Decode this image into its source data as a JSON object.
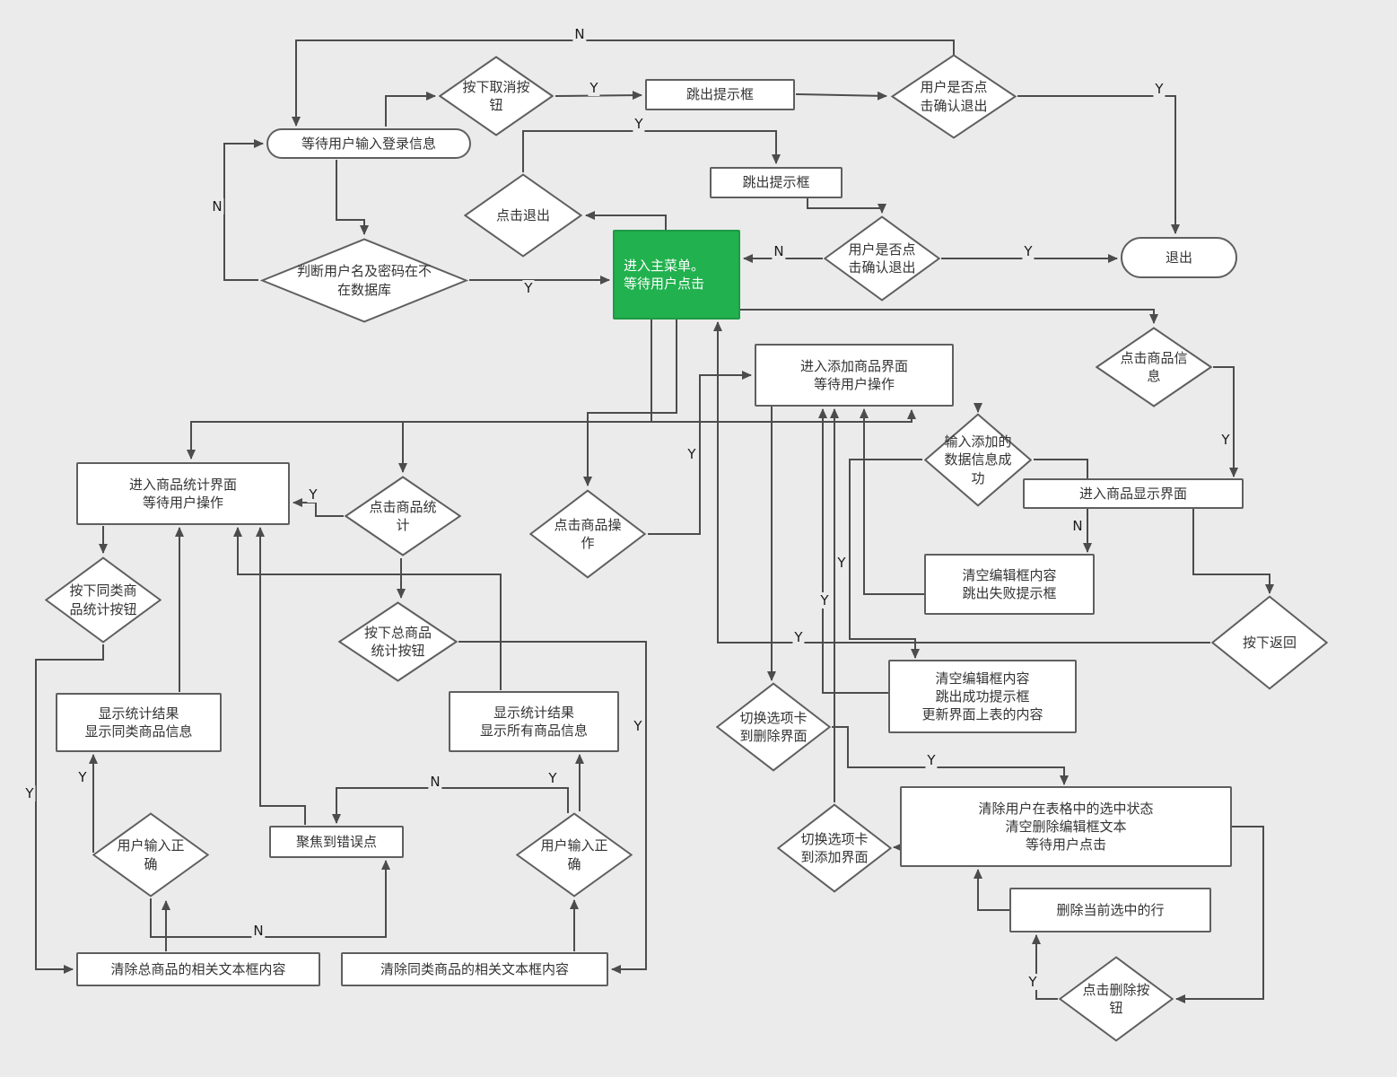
{
  "colors": {
    "canvas_bg": "#ebebeb",
    "node_fill": "#ffffff",
    "node_border": "#5f5f5f",
    "line": "#4c4c4c",
    "main_menu_fill": "#21b14e",
    "main_menu_text": "#ffffff"
  },
  "nodes": {
    "n1": {
      "label": "等待用户输入登录信息"
    },
    "n2": {
      "label": "按下取消按\n钮"
    },
    "n3": {
      "label": "跳出提示框"
    },
    "n4": {
      "label": "用户是否点\n击确认退出"
    },
    "n5": {
      "label": "跳出提示框"
    },
    "n6": {
      "label": "点击退出"
    },
    "n7": {
      "label": "判断用户名及密码在不\n在数据库"
    },
    "n8": {
      "label": "进入主菜单。\n等待用户点击"
    },
    "n9": {
      "label": "用户是否点\n击确认退出"
    },
    "n10": {
      "label": "退出"
    },
    "n11": {
      "label": "进入添加商品界面\n等待用户操作"
    },
    "n12": {
      "label": "点击商品信\n息"
    },
    "n13": {
      "label": "输入添加的\n数据信息成\n功"
    },
    "n14": {
      "label": "进入商品显示界面"
    },
    "n15": {
      "label": "清空编辑框内容\n跳出失败提示框"
    },
    "n16": {
      "label": "按下返回"
    },
    "n17": {
      "label": "进入商品统计界面\n等待用户操作"
    },
    "n18": {
      "label": "点击商品统\n计"
    },
    "n19": {
      "label": "点击商品操\n作"
    },
    "n20": {
      "label": "按下同类商\n品统计按钮"
    },
    "n21": {
      "label": "按下总商品\n统计按钮"
    },
    "n22": {
      "label": "显示统计结果\n显示同类商品信息"
    },
    "n23": {
      "label": "显示统计结果\n显示所有商品信息"
    },
    "n24": {
      "label": "清空编辑框内容\n跳出成功提示框\n更新界面上表的内容"
    },
    "n25": {
      "label": "切换选项卡\n到删除界面"
    },
    "n26": {
      "label": "用户输入正\n确"
    },
    "n27": {
      "label": "聚焦到错误点"
    },
    "n28": {
      "label": "用户输入正\n确"
    },
    "n29": {
      "label": "清除总商品的相关文本框内容"
    },
    "n30": {
      "label": "清除同类商品的相关文本框内容"
    },
    "n31": {
      "label": "切换选项卡\n到添加界面"
    },
    "n32": {
      "label": "清除用户在表格中的选中状态\n清空删除编辑框文本\n等待用户点击"
    },
    "n33": {
      "label": "删除当前选中的行"
    },
    "n34": {
      "label": "点击删除按\n钮"
    }
  },
  "edge_labels": {
    "e1": "N",
    "e2": "Y",
    "e3": "Y",
    "e4": "Y",
    "e5": "N",
    "e6": "Y",
    "e7": "N",
    "e8": "Y",
    "e9": "Y",
    "e10": "N",
    "e11": "Y",
    "e12": "Y",
    "e13": "Y",
    "e14": "Y",
    "e15": "Y",
    "e16": "Y",
    "e17": "Y",
    "e18": "Y",
    "e19": "Y",
    "e20": "N",
    "e21": "N",
    "e22": "Y",
    "e23": "Y"
  },
  "connections": [
    {
      "from": "n4",
      "to": "n1",
      "label": "N"
    },
    {
      "from": "n1",
      "to": "n2",
      "label": ""
    },
    {
      "from": "n2",
      "to": "n3",
      "label": "Y"
    },
    {
      "from": "n3",
      "to": "n4",
      "label": ""
    },
    {
      "from": "n4",
      "to": "n10",
      "label": "Y"
    },
    {
      "from": "n1",
      "to": "n7",
      "label": ""
    },
    {
      "from": "n7",
      "to": "n1",
      "label": "N"
    },
    {
      "from": "n7",
      "to": "n8",
      "label": "Y"
    },
    {
      "from": "n8",
      "to": "n6",
      "label": ""
    },
    {
      "from": "n6",
      "to": "n5",
      "label": "Y"
    },
    {
      "from": "n5",
      "to": "n9",
      "label": ""
    },
    {
      "from": "n9",
      "to": "n8",
      "label": "N"
    },
    {
      "from": "n9",
      "to": "n10",
      "label": "Y"
    },
    {
      "from": "n8",
      "to": "n19",
      "label": ""
    },
    {
      "from": "n8",
      "to": "n18",
      "label": ""
    },
    {
      "from": "n8",
      "to": "n17",
      "label": ""
    },
    {
      "from": "n8",
      "to": "n11",
      "label": ""
    },
    {
      "from": "n8",
      "to": "n12",
      "label": ""
    },
    {
      "from": "n19",
      "to": "n11",
      "label": "Y"
    },
    {
      "from": "n18",
      "to": "n17",
      "label": "Y"
    },
    {
      "from": "n18",
      "to": "n21",
      "label": ""
    },
    {
      "from": "n17",
      "to": "n20",
      "label": ""
    },
    {
      "from": "n20",
      "to": "n29",
      "label": "Y"
    },
    {
      "from": "n29",
      "to": "n26",
      "label": ""
    },
    {
      "from": "n26",
      "to": "n22",
      "label": "Y"
    },
    {
      "from": "n26",
      "to": "n27",
      "label": "N"
    },
    {
      "from": "n27",
      "to": "n17",
      "label": ""
    },
    {
      "from": "n22",
      "to": "n17",
      "label": ""
    },
    {
      "from": "n23",
      "to": "n17",
      "label": ""
    },
    {
      "from": "n21",
      "to": "n30",
      "label": "Y"
    },
    {
      "from": "n30",
      "to": "n28",
      "label": ""
    },
    {
      "from": "n28",
      "to": "n23",
      "label": "Y"
    },
    {
      "from": "n28",
      "to": "n27",
      "label": "N"
    },
    {
      "from": "n11",
      "to": "n13",
      "label": ""
    },
    {
      "from": "n13",
      "to": "n15",
      "label": "N"
    },
    {
      "from": "n13",
      "to": "n24",
      "label": "Y"
    },
    {
      "from": "n15",
      "to": "n11",
      "label": ""
    },
    {
      "from": "n24",
      "to": "n11",
      "label": ""
    },
    {
      "from": "n12",
      "to": "n14",
      "label": "Y"
    },
    {
      "from": "n14",
      "to": "n16",
      "label": ""
    },
    {
      "from": "n16",
      "to": "n8",
      "label": "Y"
    },
    {
      "from": "n11",
      "to": "n25",
      "label": ""
    },
    {
      "from": "n25",
      "to": "n32",
      "label": "Y"
    },
    {
      "from": "n31",
      "to": "n11",
      "label": "Y"
    },
    {
      "from": "n32",
      "to": "n31",
      "label": ""
    },
    {
      "from": "n32",
      "to": "n34",
      "label": ""
    },
    {
      "from": "n34",
      "to": "n33",
      "label": "Y"
    },
    {
      "from": "n33",
      "to": "n32",
      "label": ""
    }
  ]
}
